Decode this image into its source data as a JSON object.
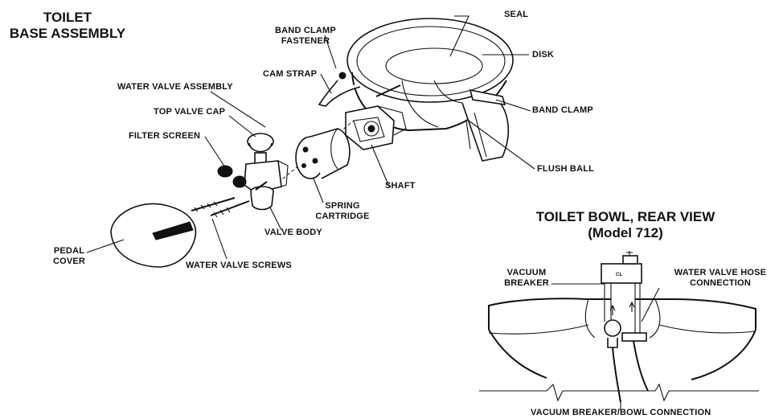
{
  "assembly": {
    "title_line1": "TOILET",
    "title_line2": "BASE ASSEMBLY",
    "labels": {
      "seal": "SEAL",
      "band_clamp_fastener_1": "BAND CLAMP",
      "band_clamp_fastener_2": "FASTENER",
      "disk": "DISK",
      "cam_strap": "CAM STRAP",
      "water_valve_assembly": "WATER VALVE ASSEMBLY",
      "band_clamp": "BAND CLAMP",
      "top_valve_cap": "TOP VALVE CAP",
      "filter_screen": "FILTER SCREEN",
      "flush_ball": "FLUSH BALL",
      "shaft": "SHAFT",
      "spring_cartridge_1": "SPRING",
      "spring_cartridge_2": "CARTRIDGE",
      "valve_body": "VALVE BODY",
      "pedal_cover_1": "PEDAL",
      "pedal_cover_2": "COVER",
      "water_valve_screws": "WATER VALVE SCREWS"
    }
  },
  "rear_view": {
    "title_line1": "TOILET BOWL, REAR VIEW",
    "title_line2": "(Model 712)",
    "labels": {
      "vacuum_breaker_1": "VACUUM",
      "vacuum_breaker_2": "BREAKER",
      "water_valve_hose_1": "WATER VALVE HOSE",
      "water_valve_hose_2": "CONNECTION",
      "vacuum_bowl_connection": "VACUUM BREAKER/BOWL CONNECTION",
      "breaker_marking": "CL"
    }
  }
}
